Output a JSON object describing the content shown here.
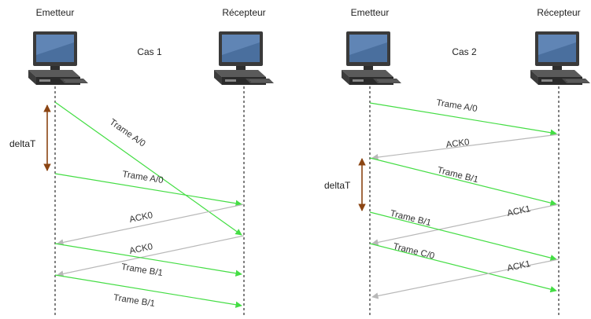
{
  "colors": {
    "frame": "#44dd44",
    "ack": "#b8b8b8",
    "delta": "#8b4513",
    "lifeline": "#000000",
    "text": "#222222"
  },
  "icons": {
    "station": "desktop-computer-icon"
  },
  "case1": {
    "title": "Cas 1",
    "sender_label": "Emetteur",
    "receiver_label": "Récepteur",
    "delta_label": "deltaT",
    "messages": [
      {
        "label": "Trame A/0",
        "kind": "frame"
      },
      {
        "label": "Trame A/0",
        "kind": "frame"
      },
      {
        "label": "ACK0",
        "kind": "ack"
      },
      {
        "label": "ACK0",
        "kind": "ack"
      },
      {
        "label": "Trame B/1",
        "kind": "frame"
      },
      {
        "label": "Trame B/1",
        "kind": "frame"
      }
    ]
  },
  "case2": {
    "title": "Cas 2",
    "sender_label": "Emetteur",
    "receiver_label": "Récepteur",
    "delta_label": "deltaT",
    "messages": [
      {
        "label": "Trame A/0",
        "kind": "frame"
      },
      {
        "label": "ACK0",
        "kind": "ack"
      },
      {
        "label": "Trame B/1",
        "kind": "frame"
      },
      {
        "label": "ACK1",
        "kind": "ack"
      },
      {
        "label": "Trame B/1",
        "kind": "frame"
      },
      {
        "label": "Trame C/0",
        "kind": "frame"
      },
      {
        "label": "ACK1",
        "kind": "ack"
      }
    ]
  }
}
